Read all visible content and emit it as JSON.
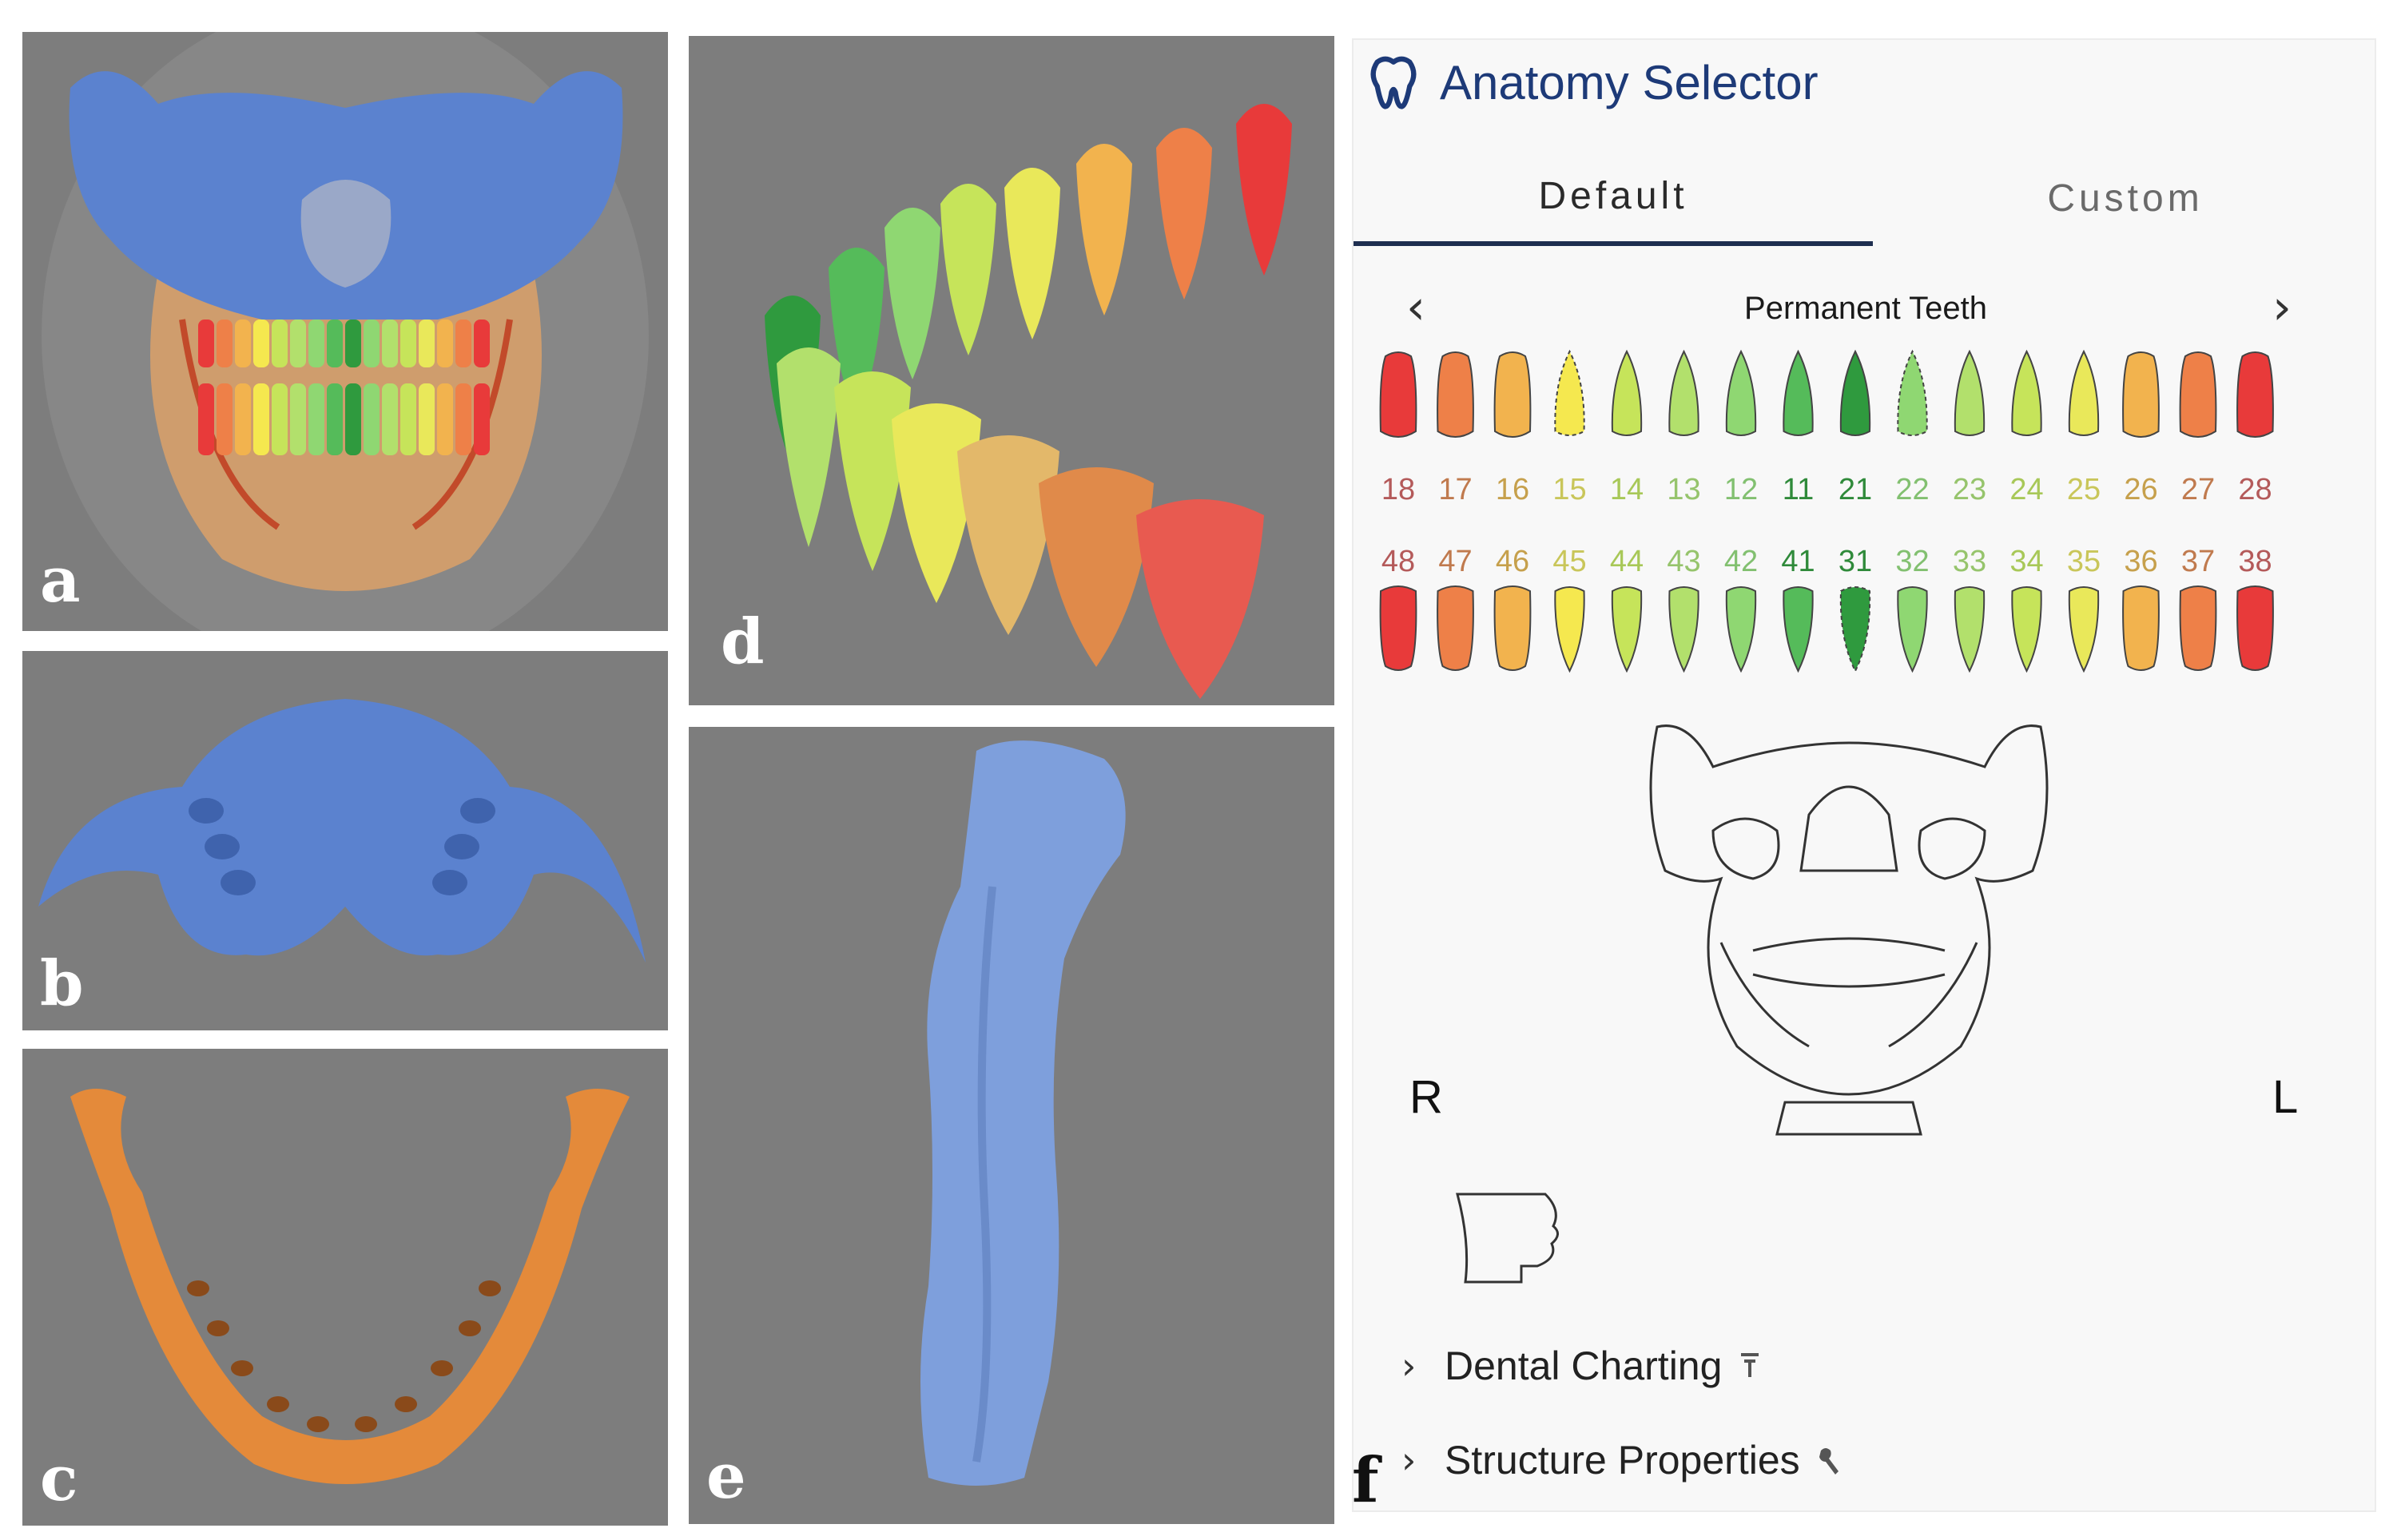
{
  "panels": {
    "a": {
      "letter": "a"
    },
    "b": {
      "letter": "b"
    },
    "c": {
      "letter": "c"
    },
    "d": {
      "letter": "d"
    },
    "e": {
      "letter": "e"
    },
    "f": {
      "letter": "f"
    }
  },
  "selector": {
    "title": "Anatomy Selector",
    "logo_icon": "tooth-icon",
    "tabs": [
      {
        "label": "Default",
        "active": true
      },
      {
        "label": "Custom",
        "active": false
      }
    ],
    "teeth_heading": "Permanent Teeth",
    "prev_icon": "chevron-left-icon",
    "next_icon": "chevron-right-icon",
    "upper_numbers": [
      "18",
      "17",
      "16",
      "15",
      "14",
      "13",
      "12",
      "11",
      "21",
      "22",
      "23",
      "24",
      "25",
      "26",
      "27",
      "28"
    ],
    "lower_numbers": [
      "48",
      "47",
      "46",
      "45",
      "44",
      "43",
      "42",
      "41",
      "31",
      "32",
      "33",
      "34",
      "35",
      "36",
      "37",
      "38"
    ],
    "tooth_colors": [
      "#e83a3a",
      "#ee8048",
      "#f2b34e",
      "#f5e84f",
      "#c6e45a",
      "#b2e06c",
      "#8fd772",
      "#55bb5a",
      "#2f9a3e",
      "#8fd772",
      "#b2e06c",
      "#c6e45a",
      "#e9e85a",
      "#f2b34e",
      "#ee8048",
      "#e83a3a"
    ],
    "number_colors": [
      "#b45a5a",
      "#c07a4e",
      "#c6a04c",
      "#c9c65a",
      "#a8c858",
      "#96c46c",
      "#82c070",
      "#2f8a3a",
      "#2f8a3a",
      "#82c070",
      "#96c46c",
      "#a8c858",
      "#c9c65a",
      "#c6a04c",
      "#c07a4e",
      "#b45a5a"
    ],
    "side_left": "R",
    "side_right": "L",
    "menu": [
      {
        "label": "Dental Charting",
        "icon": "filter-icon"
      },
      {
        "label": "Structure Properties",
        "icon": "wrench-icon"
      }
    ]
  },
  "colors": {
    "viewport_bg": "#7d7d7d",
    "bone_blue": "#5b82cf",
    "mandible_orange": "#e48a3a",
    "accent_navy": "#1d3a78"
  }
}
